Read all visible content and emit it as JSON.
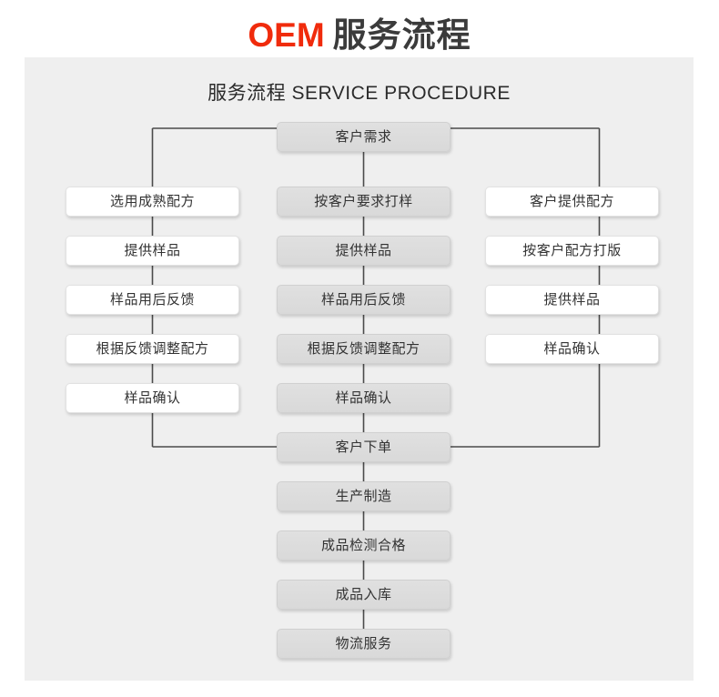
{
  "title": {
    "highlight": "OEM",
    "text": "服务流程"
  },
  "subtitle": "服务流程 SERVICE PROCEDURE",
  "colors": {
    "title_accent": "#f02b0c",
    "title_dark": "#3b3b3b",
    "panel_bg": "#efefef",
    "node_gray": "#dcdcdc",
    "node_white": "#ffffff",
    "line": "#4a4a4a",
    "text": "#333333"
  },
  "flow": {
    "start": {
      "label": "客户需求"
    },
    "branches": [
      {
        "name": "mature-formula",
        "style": "white",
        "steps": [
          {
            "label": "选用成熟配方"
          },
          {
            "label": "提供样品"
          },
          {
            "label": "样品用后反馈"
          },
          {
            "label": "根据反馈调整配方"
          },
          {
            "label": "样品确认"
          }
        ]
      },
      {
        "name": "custom-sample",
        "style": "gray",
        "steps": [
          {
            "label": "按客户要求打样"
          },
          {
            "label": "提供样品"
          },
          {
            "label": "样品用后反馈"
          },
          {
            "label": "根据反馈调整配方"
          },
          {
            "label": "样品确认"
          }
        ]
      },
      {
        "name": "client-formula",
        "style": "white",
        "steps": [
          {
            "label": "客户提供配方"
          },
          {
            "label": "按客户配方打版"
          },
          {
            "label": "提供样品"
          },
          {
            "label": "样品确认"
          }
        ]
      }
    ],
    "tail": [
      {
        "label": "客户下单"
      },
      {
        "label": "生产制造"
      },
      {
        "label": "成品检测合格"
      },
      {
        "label": "成品入库"
      },
      {
        "label": "物流服务"
      }
    ]
  }
}
